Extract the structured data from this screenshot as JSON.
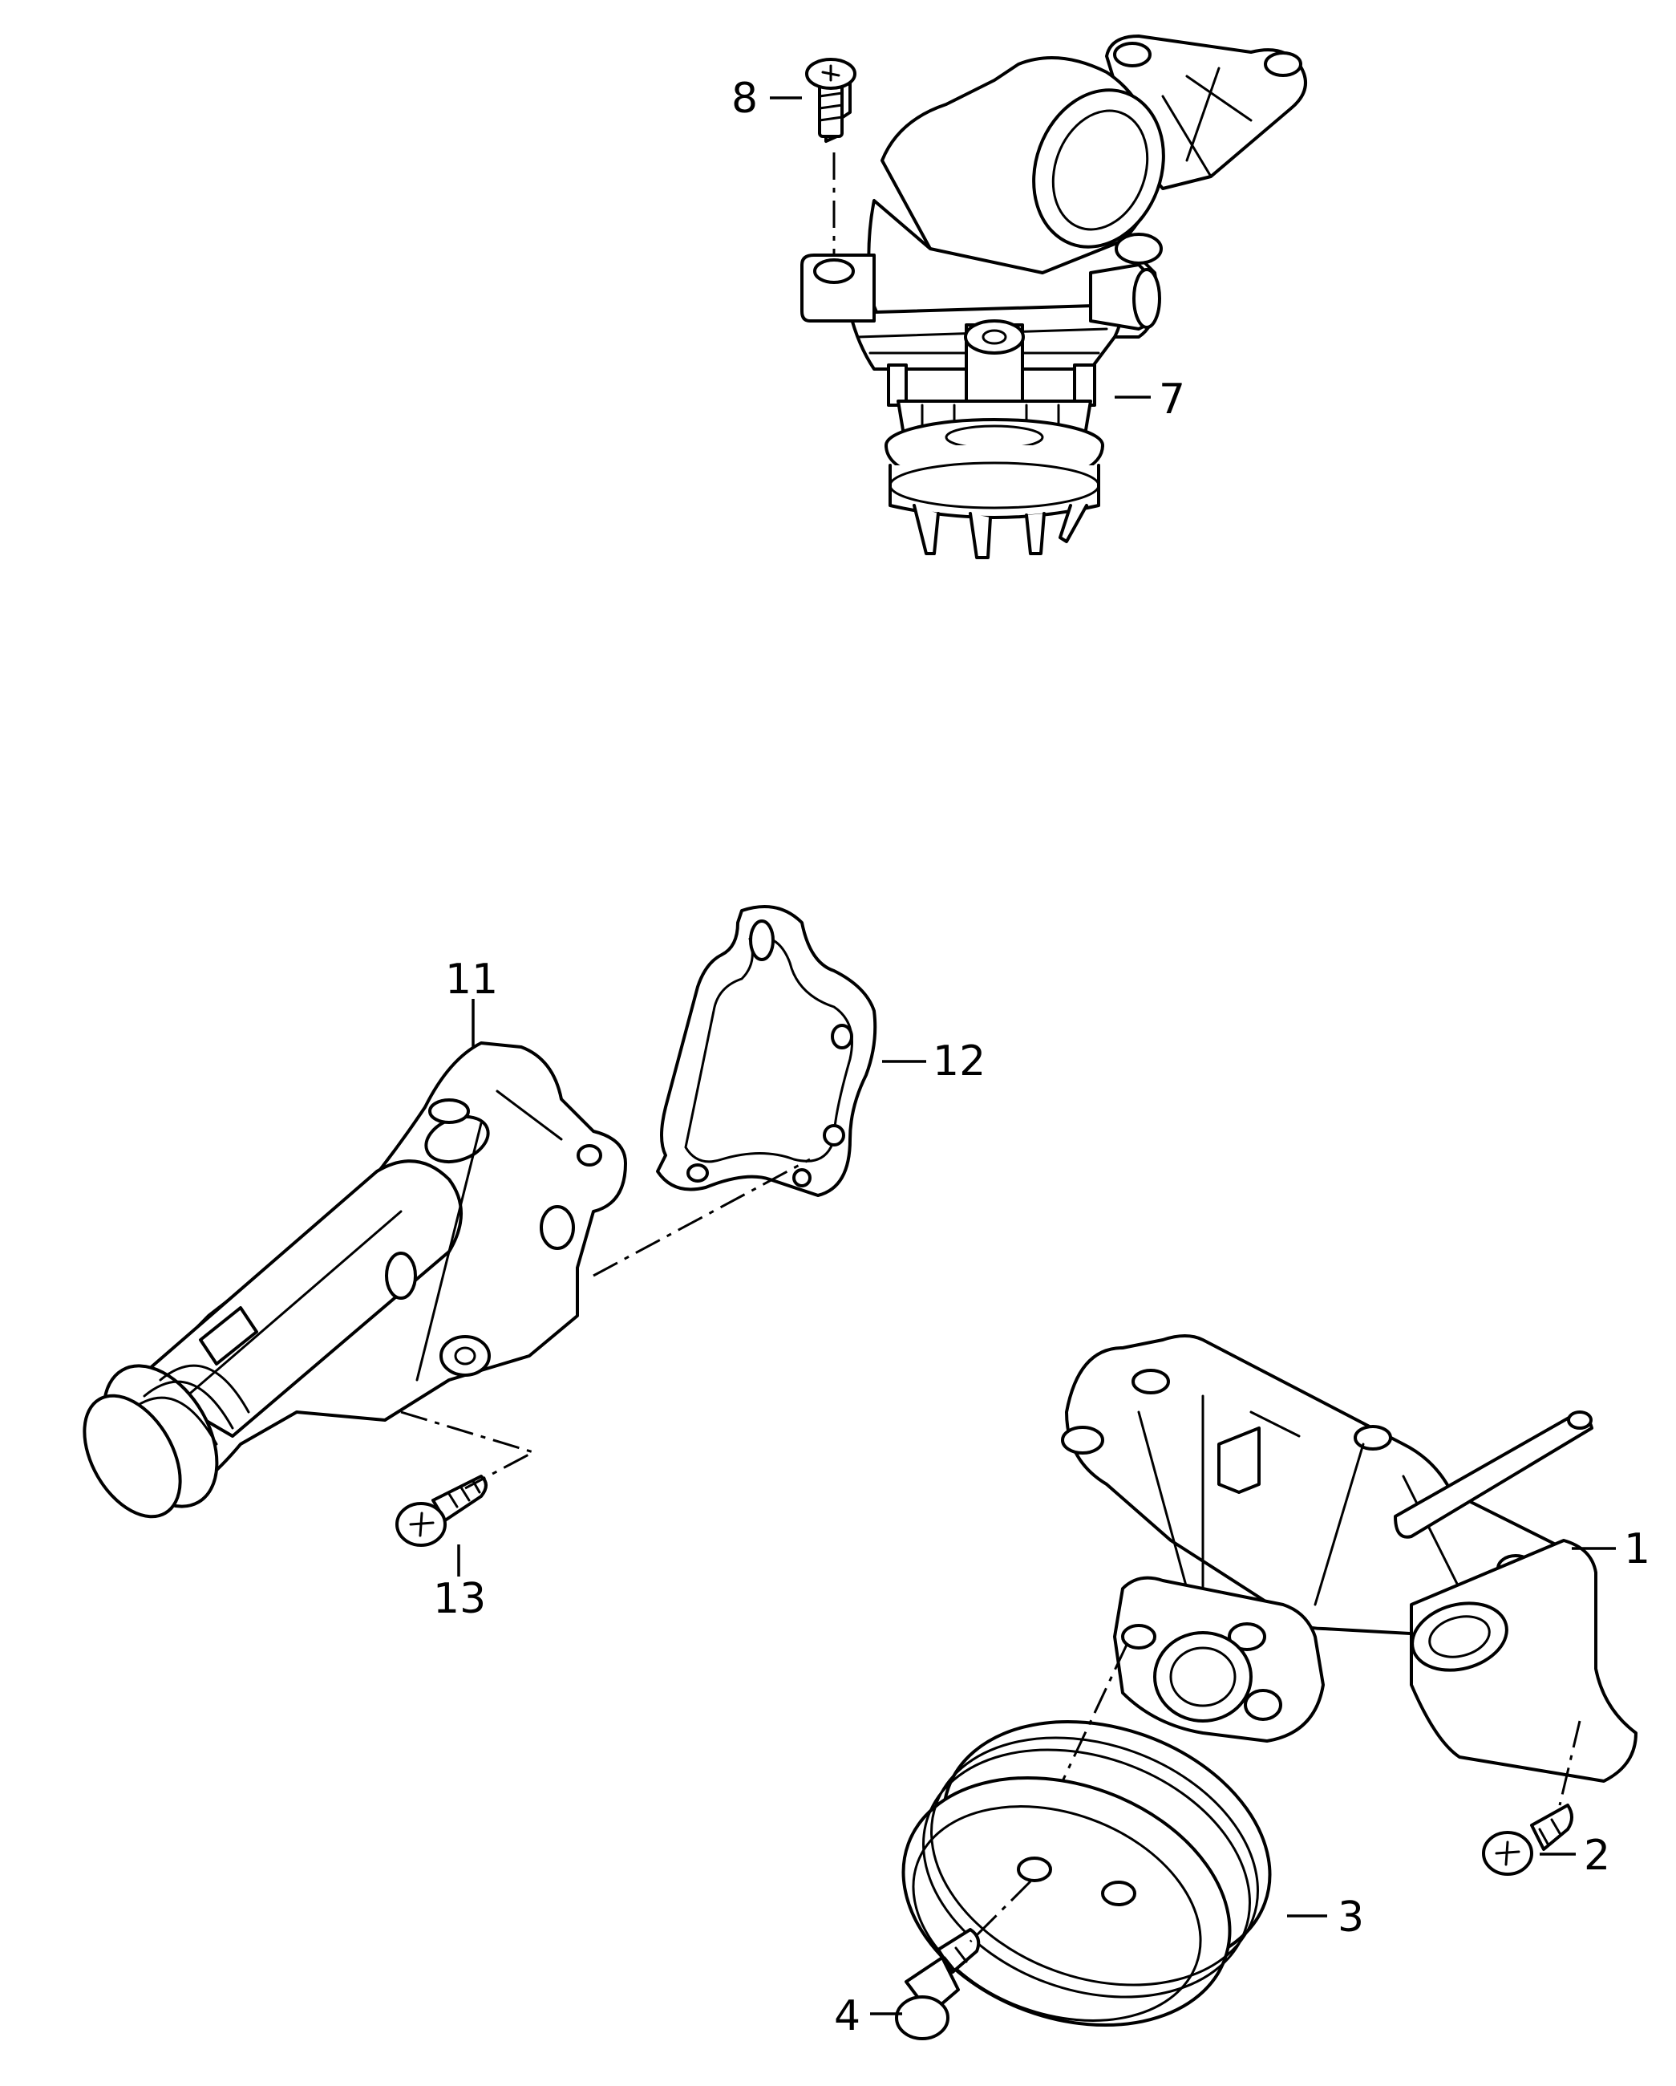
{
  "diagram": {
    "callouts": {
      "c1": "1",
      "c2": "2",
      "c3": "3",
      "c4": "4",
      "c7": "7",
      "c8": "8",
      "c11": "11",
      "c12": "12",
      "c13": "13"
    }
  }
}
